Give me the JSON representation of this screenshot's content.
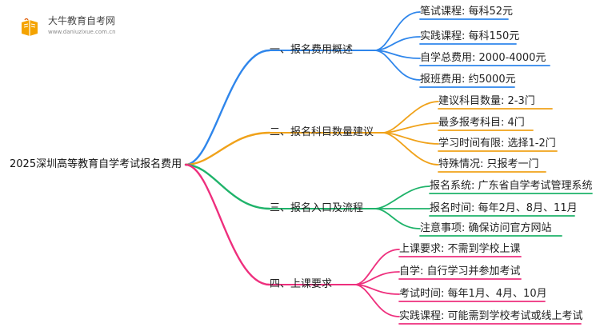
{
  "logo": {
    "title": "大牛教育自考网",
    "url": "www.daniuzixue.com.cn",
    "icon": "flame-book-icon"
  },
  "root": "2025深圳高等教育自学考试报名费用",
  "branches": [
    {
      "label": "一、报名费用概述",
      "color": "#2f86eb",
      "leaves": [
        "笔试课程: 每科52元",
        "实践课程: 每科150元",
        "自学总费用: 2000-4000元",
        "报班费用: 约5000元"
      ]
    },
    {
      "label": "二、报名科目数量建议",
      "color": "#f0a21a",
      "leaves": [
        "建议科目数量: 2-3门",
        "最多报考科目: 4门",
        "学习时间有限: 选择1-2门",
        "特殊情况: 只报考一门"
      ]
    },
    {
      "label": "三、报名入口及流程",
      "color": "#1fb36a",
      "leaves": [
        "报名系统: 广东省自学考试管理系统",
        "报名时间: 每年2月、8月、11月",
        "注意事项: 确保访问官方网站"
      ]
    },
    {
      "label": "四、上课要求",
      "color": "#ee2f7d",
      "leaves": [
        "上课要求: 不需到学校上课",
        "自学: 自行学习并参加考试",
        "考试时间: 每年1月、4月、10月",
        "实践课程: 可能需到学校考试或线上考试"
      ]
    }
  ]
}
